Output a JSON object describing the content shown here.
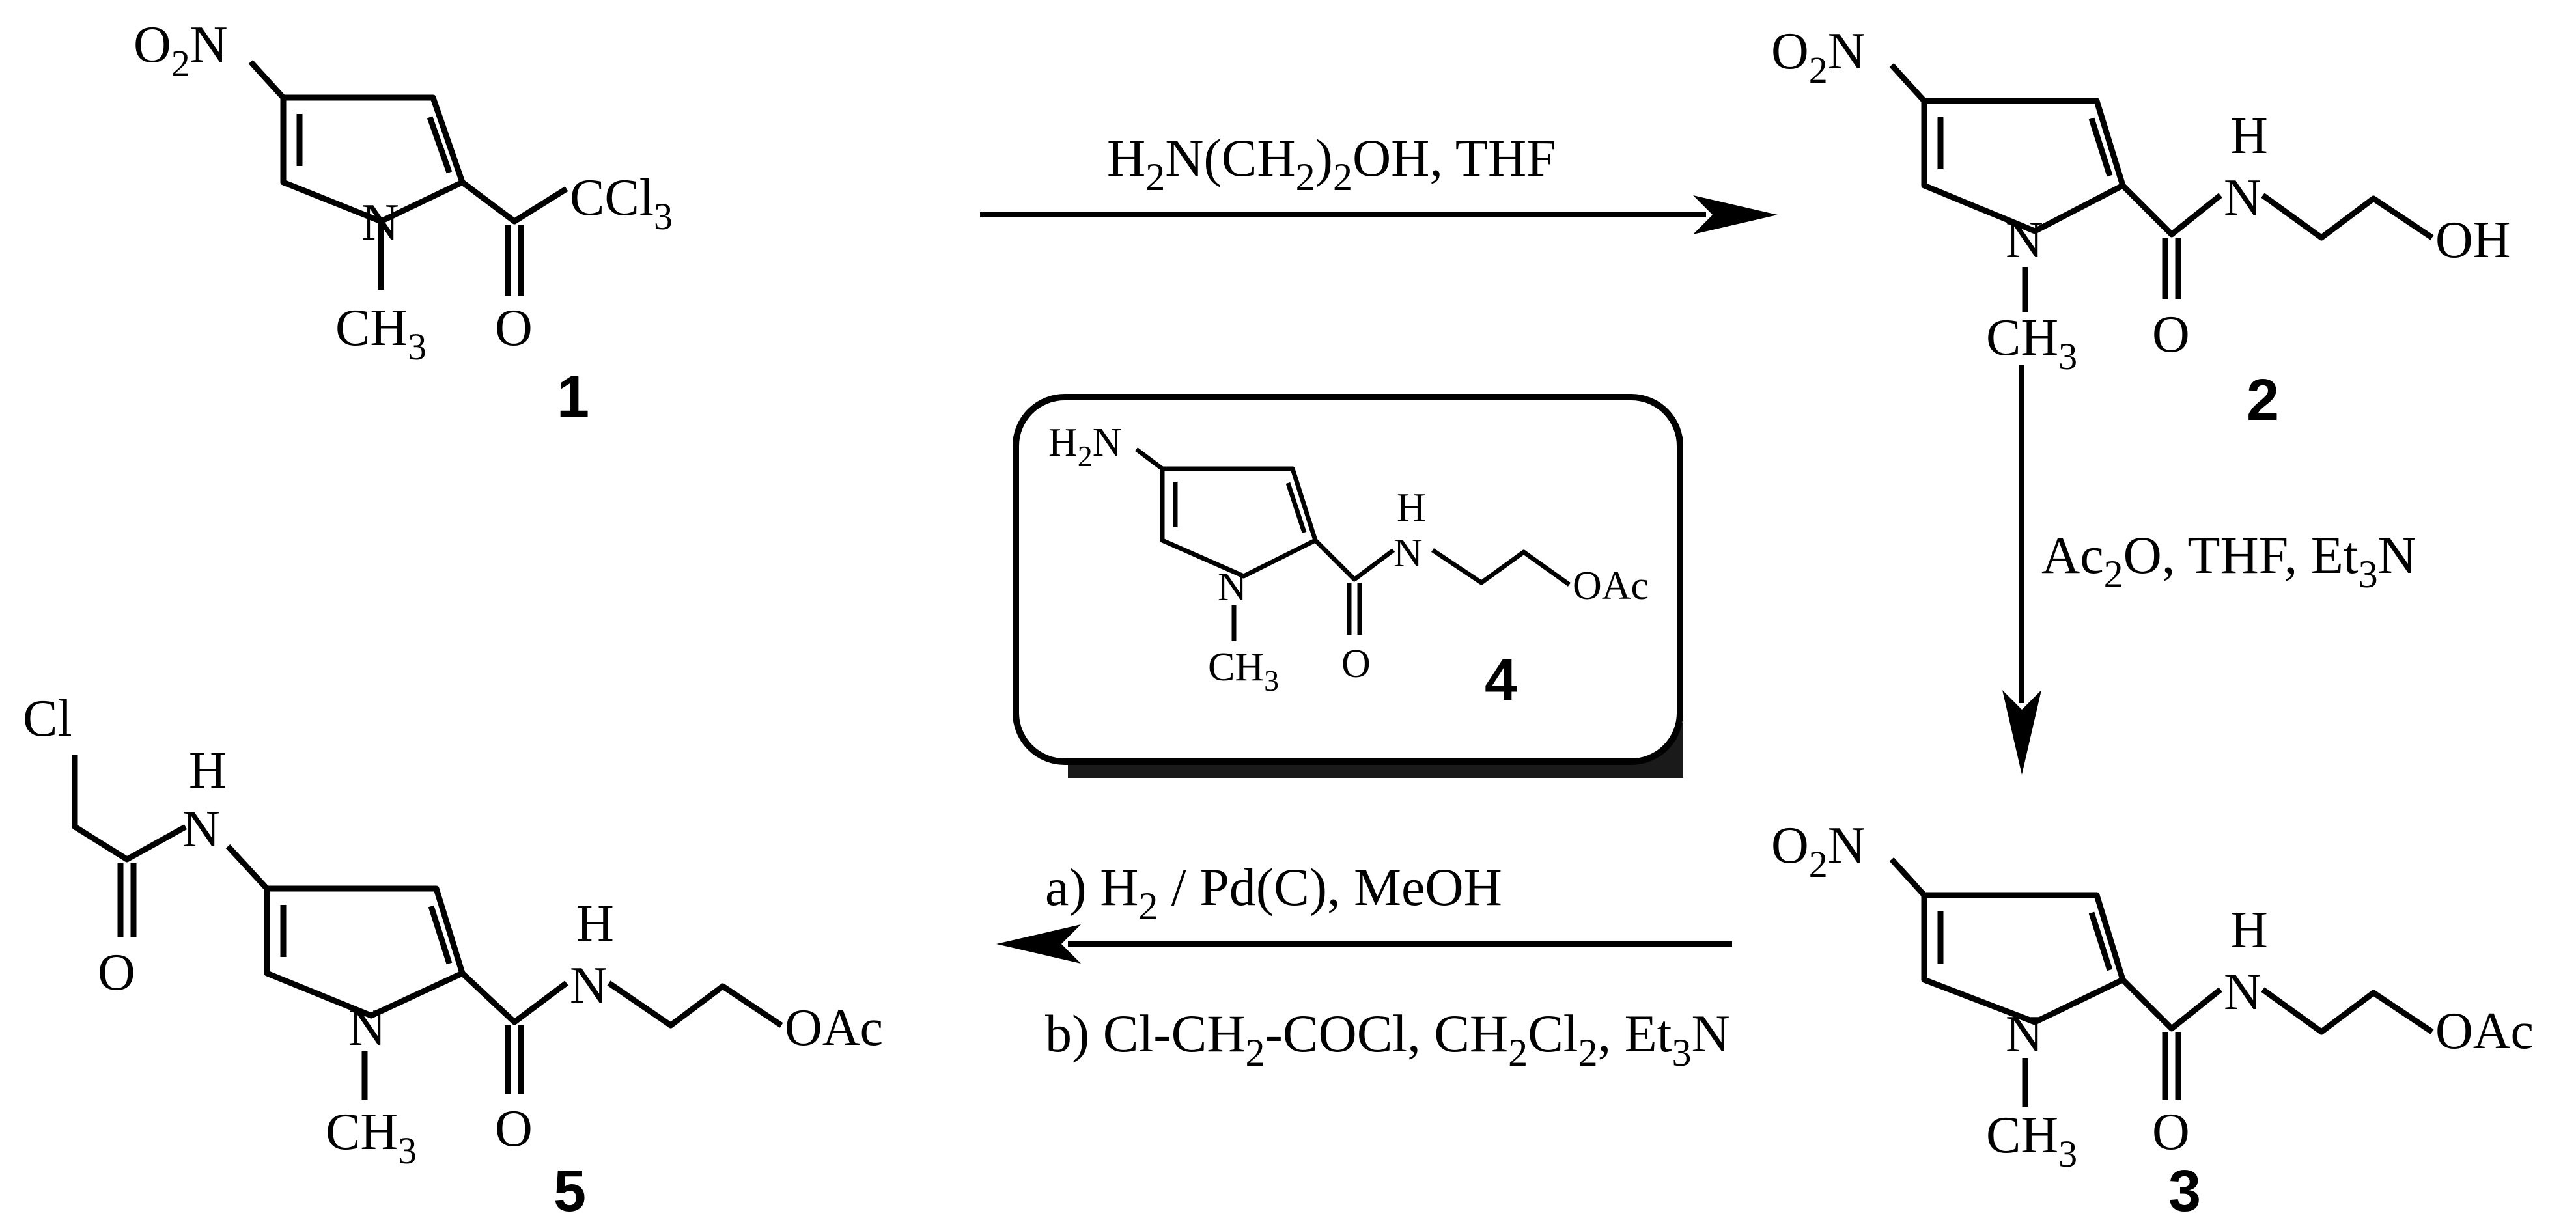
{
  "diagram": {
    "compounds": [
      {
        "number": "1",
        "groups": {
          "no2_o": "O",
          "no2_2": "2",
          "no2_n": "N",
          "ring_n": "N",
          "ch3_c": "CH",
          "ch3_3": "3",
          "carbonyl_o": "O",
          "ccl3_c": "CCl",
          "ccl3_3": "3"
        }
      },
      {
        "number": "2",
        "groups": {
          "no2_o": "O",
          "no2_2": "2",
          "no2_n": "N",
          "ring_n": "N",
          "ch3_c": "CH",
          "ch3_3": "3",
          "carbonyl_o": "O",
          "amide_h": "H",
          "amide_n": "N",
          "terminal": "OH"
        }
      },
      {
        "number": "3",
        "groups": {
          "no2_o": "O",
          "no2_2": "2",
          "no2_n": "N",
          "ring_n": "N",
          "ch3_c": "CH",
          "ch3_3": "3",
          "carbonyl_o": "O",
          "amide_h": "H",
          "amide_n": "N",
          "terminal": "OAc"
        }
      },
      {
        "number": "4",
        "groups": {
          "nh2_h": "H",
          "nh2_2": "2",
          "nh2_n": "N",
          "ring_n": "N",
          "ch3_c": "CH",
          "ch3_3": "3",
          "carbonyl_o": "O",
          "amide_h": "H",
          "amide_n": "N",
          "terminal": "OAc"
        }
      },
      {
        "number": "5",
        "groups": {
          "cl": "Cl",
          "acyl_o": "O",
          "nh_h": "H",
          "nh_n": "N",
          "ring_n": "N",
          "ch3_c": "CH",
          "ch3_3": "3",
          "carbonyl_o": "O",
          "amide_h": "H",
          "amide_n": "N",
          "terminal": "OAc"
        }
      }
    ],
    "reactions": [
      {
        "from": "1",
        "to": "2",
        "conditions": [
          {
            "text": "H",
            "sub": false
          },
          {
            "text": "2",
            "sub": true
          },
          {
            "text": "N(CH",
            "sub": false
          },
          {
            "text": "2",
            "sub": true
          },
          {
            "text": ")",
            "sub": false
          },
          {
            "text": "2",
            "sub": true
          },
          {
            "text": "OH, THF",
            "sub": false
          }
        ]
      },
      {
        "from": "2",
        "to": "3",
        "conditions": [
          {
            "text": "Ac",
            "sub": false
          },
          {
            "text": "2",
            "sub": true
          },
          {
            "text": "O, THF, Et",
            "sub": false
          },
          {
            "text": "3",
            "sub": true
          },
          {
            "text": "N",
            "sub": false
          }
        ]
      },
      {
        "from": "3",
        "to": "5",
        "conditions_a": [
          {
            "text": "a) H",
            "sub": false
          },
          {
            "text": "2",
            "sub": true
          },
          {
            "text": " / Pd(C), MeOH",
            "sub": false
          }
        ],
        "conditions_b": [
          {
            "text": "b) Cl-CH",
            "sub": false
          },
          {
            "text": "2",
            "sub": true
          },
          {
            "text": "-COCl, CH",
            "sub": false
          },
          {
            "text": "2",
            "sub": true
          },
          {
            "text": "Cl",
            "sub": false
          },
          {
            "text": "2",
            "sub": true
          },
          {
            "text": ", Et",
            "sub": false
          },
          {
            "text": "3",
            "sub": true
          },
          {
            "text": "N",
            "sub": false
          }
        ]
      }
    ]
  }
}
